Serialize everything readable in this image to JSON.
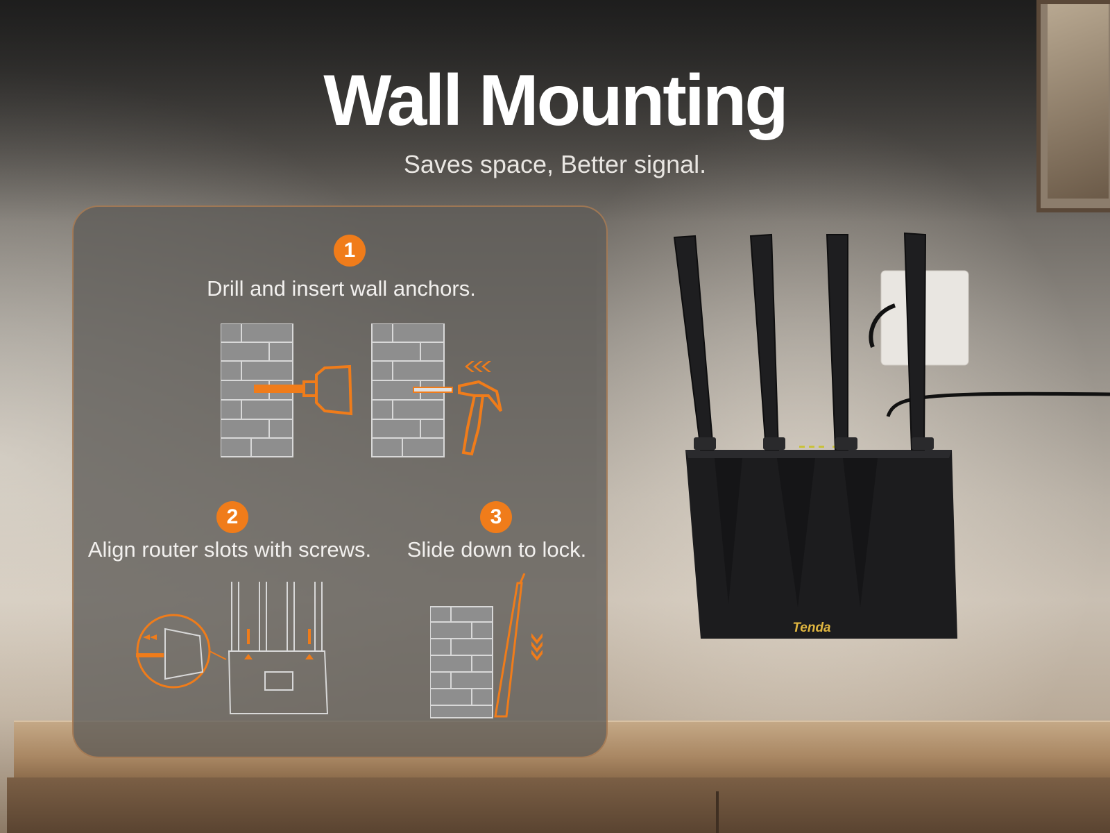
{
  "title": "Wall Mounting",
  "subtitle": "Saves space, Better signal.",
  "steps": [
    {
      "number": "1",
      "label": "Drill and insert wall anchors."
    },
    {
      "number": "2",
      "label": "Align router slots with screws."
    },
    {
      "number": "3",
      "label": "Slide down to lock."
    }
  ],
  "brand": "Tenda",
  "colors": {
    "accent": "#f07c1a",
    "brand_text": "#e0b640"
  }
}
